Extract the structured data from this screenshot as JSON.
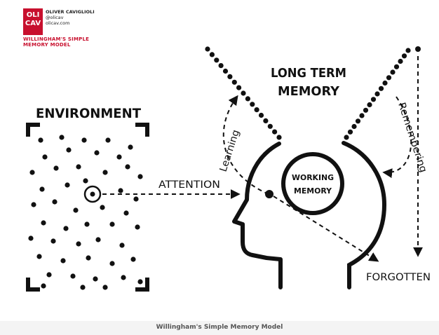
{
  "branding": {
    "logo_line1": "OLI",
    "logo_line2": "CAV",
    "author_name": "OLIVER CAVIGLIOLI",
    "handle": "@olicav",
    "website": "olicav.com",
    "subtitle_line1": "WILLINGHAM'S SIMPLE",
    "subtitle_line2": "MEMORY MODEL"
  },
  "diagram": {
    "environment": "ENVIRONMENT",
    "attention": "ATTENTION",
    "long_term_line1": "LONG TERM",
    "long_term_line2": "MEMORY",
    "working_line1": "WORKING",
    "working_line2": "MEMORY",
    "learning": "Learning",
    "remembering": "Remembering",
    "forgotten": "FORGOTTEN"
  },
  "caption": "Willingham's Simple Memory Model",
  "colors": {
    "accent": "#c8102e",
    "ink": "#111111"
  }
}
